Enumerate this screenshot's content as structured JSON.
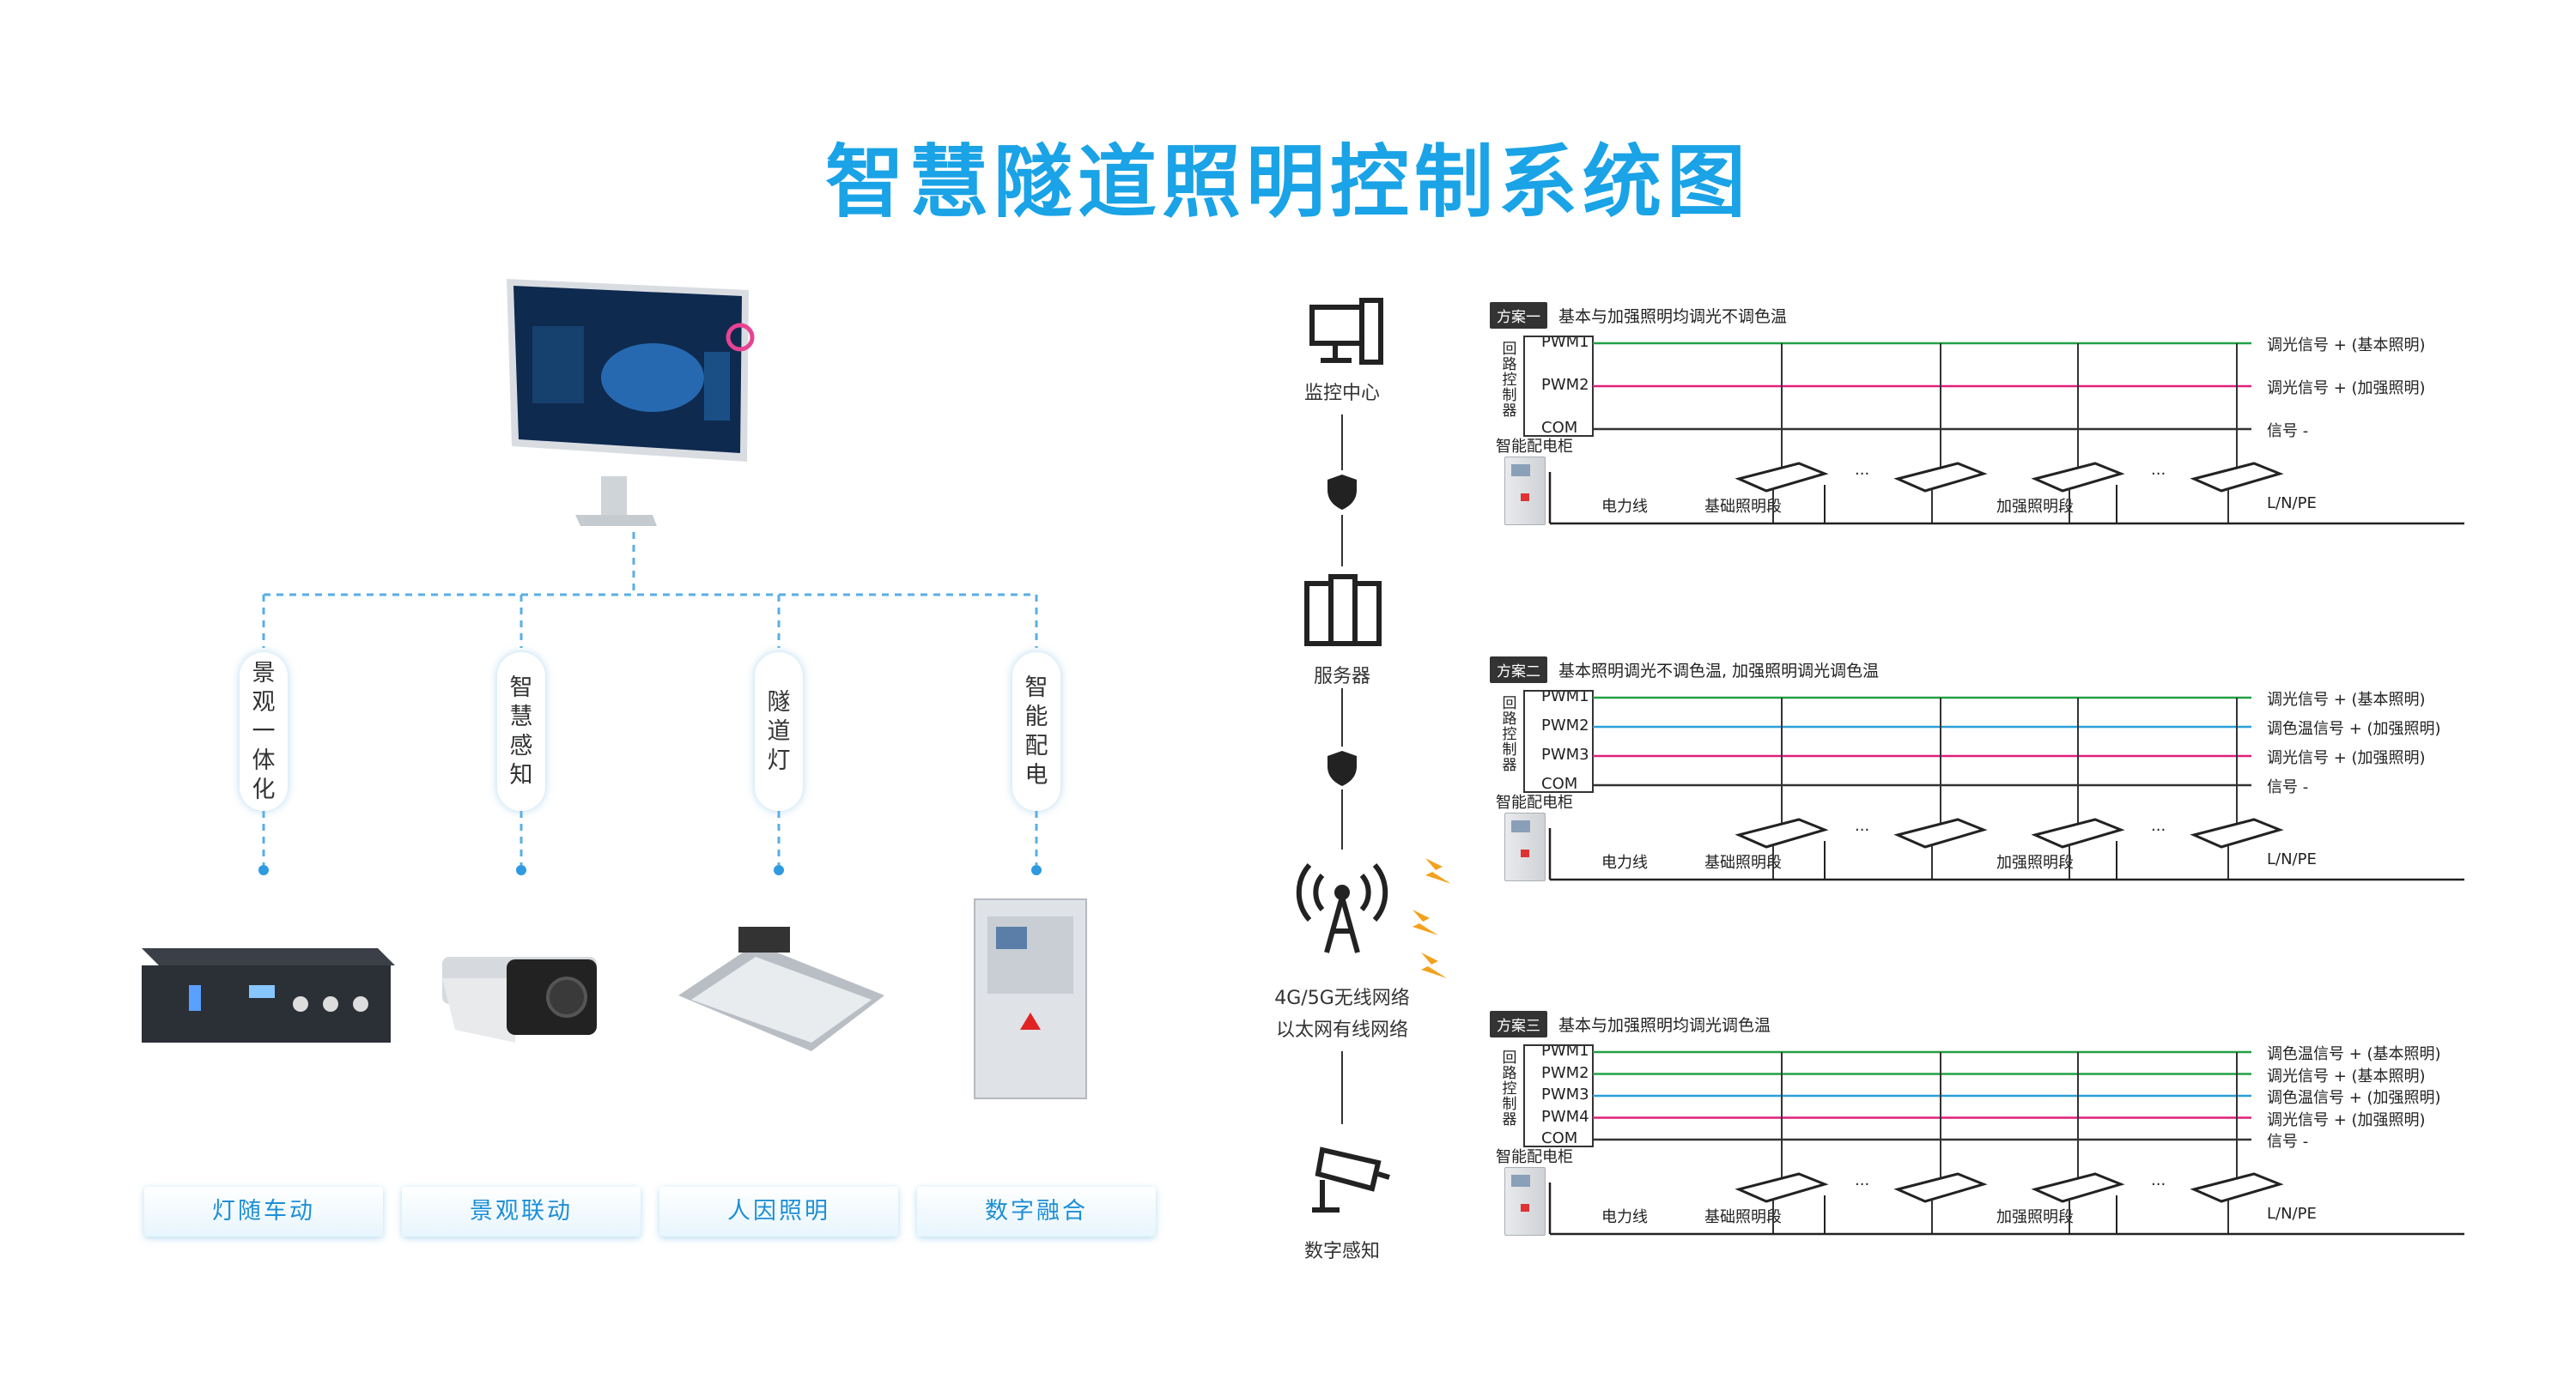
{
  "title": "智慧隧道照明控制系统图",
  "left": {
    "branches": [
      {
        "label": "景观一体化"
      },
      {
        "label": "智慧感知"
      },
      {
        "label": "隧道灯"
      },
      {
        "label": "智能配电"
      }
    ],
    "buttons": [
      "灯随车动",
      "景观联动",
      "人因照明",
      "数字融合"
    ]
  },
  "chain": {
    "nodes": [
      {
        "label": "监控中心",
        "icon": "computer-icon"
      },
      {
        "label": "服务器",
        "icon": "server-icon"
      },
      {
        "label": "4G/5G无线网络",
        "label2": "以太网有线网络",
        "icon": "antenna-icon"
      },
      {
        "label": "数字感知",
        "icon": "camera-icon"
      }
    ]
  },
  "schemes": [
    {
      "tag": "方案一",
      "title": "基本与加强照明均调光不调色温",
      "controller": "回路控制器",
      "cabinet": "智能配电柜",
      "lines": [
        {
          "name": "PWM1",
          "signal": "调光信号 + (基本照明)",
          "color": "#22a046"
        },
        {
          "name": "PWM2",
          "signal": "调光信号 + (加强照明)",
          "color": "#e0207a"
        },
        {
          "name": "COM",
          "signal": "信号 -",
          "color": "#333333"
        }
      ],
      "power": [
        "电力线",
        "基础照明段",
        "加强照明段",
        "L/N/PE"
      ]
    },
    {
      "tag": "方案二",
      "title": "基本照明调光不调色温, 加强照明调光调色温",
      "controller": "回路控制器",
      "cabinet": "智能配电柜",
      "lines": [
        {
          "name": "PWM1",
          "signal": "调光信号 + (基本照明)",
          "color": "#22a046"
        },
        {
          "name": "PWM2",
          "signal": "调色温信号 + (加强照明)",
          "color": "#2a9fd8"
        },
        {
          "name": "PWM3",
          "signal": "调光信号 + (加强照明)",
          "color": "#e0207a"
        },
        {
          "name": "COM",
          "signal": "信号 -",
          "color": "#333333"
        }
      ],
      "power": [
        "电力线",
        "基础照明段",
        "加强照明段",
        "L/N/PE"
      ]
    },
    {
      "tag": "方案三",
      "title": "基本与加强照明均调光调色温",
      "controller": "回路控制器",
      "cabinet": "智能配电柜",
      "lines": [
        {
          "name": "PWM1",
          "signal": "调色温信号 + (基本照明)",
          "color": "#22a046"
        },
        {
          "name": "PWM2",
          "signal": "调光信号 + (基本照明)",
          "color": "#22a046"
        },
        {
          "name": "PWM3",
          "signal": "调色温信号 + (加强照明)",
          "color": "#2a9fd8"
        },
        {
          "name": "PWM4",
          "signal": "调光信号 + (加强照明)",
          "color": "#e0207a"
        },
        {
          "name": "COM",
          "signal": "信号 -",
          "color": "#333333"
        }
      ],
      "power": [
        "电力线",
        "基础照明段",
        "加强照明段",
        "L/N/PE"
      ]
    }
  ],
  "dots": "···"
}
